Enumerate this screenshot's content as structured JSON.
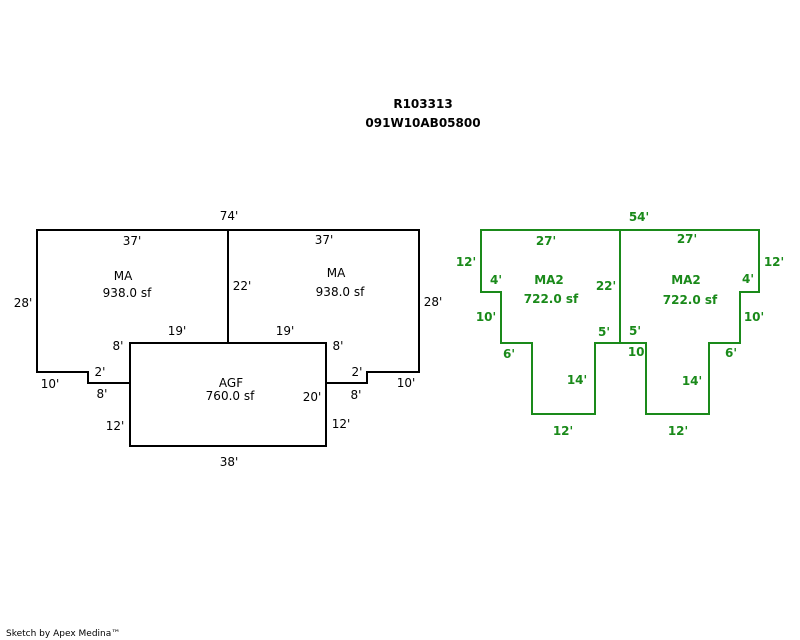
{
  "header": {
    "parcel_id": "R103313",
    "map_number": "091W10AB05800"
  },
  "colors": {
    "first_floor": "#000000",
    "second_floor": "#1a8a1a"
  },
  "first_floor": {
    "top_total": "74'",
    "left_ma": {
      "name": "MA",
      "area": "938.0 sf",
      "top": "37'",
      "side": "28'",
      "bottom": "10'",
      "notch_up": "2'",
      "notch_run": "8'",
      "inner_step": "8'",
      "shared": "22'"
    },
    "right_ma": {
      "name": "MA",
      "area": "938.0 sf",
      "top": "37'",
      "side": "28'",
      "bottom": "10'",
      "notch_up": "2'",
      "notch_run": "8'",
      "inner_step": "8'"
    },
    "agf": {
      "name": "AGF",
      "area": "760.0 sf",
      "top_left": "19'",
      "top_right": "19'",
      "left_lower": "12'",
      "right_upper": "20'",
      "right_lower": "12'",
      "bottom": "38'"
    }
  },
  "second_floor": {
    "top_total": "54'",
    "left": {
      "name": "MA2",
      "area": "722.0 sf",
      "top": "27'",
      "outer": "12'",
      "step1": "4'",
      "drop1": "10'",
      "step2": "6'",
      "leg": "14'",
      "leg_bottom": "12'",
      "inner_step": "5'",
      "shared": "22'",
      "inner_drop": "10'"
    },
    "right": {
      "name": "MA2",
      "area": "722.0 sf",
      "top": "27'",
      "outer": "12'",
      "step1": "4'",
      "drop1": "10'",
      "step2": "6'",
      "leg": "14'",
      "leg_bottom": "12'",
      "inner_step": "5'"
    }
  },
  "footer": {
    "credit": "Sketch by Apex Medina™"
  }
}
